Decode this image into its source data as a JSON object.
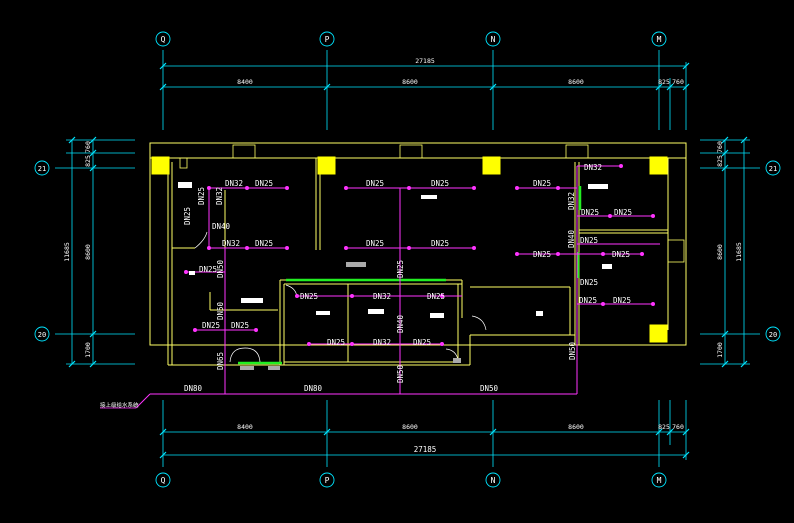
{
  "colors": {
    "background": "#000000",
    "dimension": "#00e5ff",
    "wall": "#ffff66",
    "column": "#ffff00",
    "pipe": "#ff33ff",
    "green": "#22ee22",
    "label": "#ffffff"
  },
  "grid_top": [
    "Q",
    "P",
    "N",
    "M"
  ],
  "grid_bottom": [
    "Q",
    "P",
    "N",
    "M"
  ],
  "grid_left": [
    "21",
    "20"
  ],
  "grid_right": [
    "21",
    "20"
  ],
  "dims": {
    "total_h": "27185",
    "spans_h": [
      "8400",
      "8600",
      "8600",
      "825",
      "760"
    ],
    "spans_v_outer": "11685",
    "spans_v_main": "8600",
    "spans_v_small": [
      "825",
      "760"
    ],
    "spans_v_bottom": "1700"
  },
  "pipe_labels": {
    "upper_row": [
      "DN32",
      "DN25",
      "DN25",
      "DN25",
      "DN25",
      "DN32",
      "DN25"
    ],
    "upper_left": [
      "DN25",
      "DN25",
      "DN32",
      "DN40"
    ],
    "mid_row": [
      "DN32",
      "DN25",
      "DN25",
      "DN25",
      "DN25",
      "DN40"
    ],
    "right_block": [
      "DN25",
      "DN25",
      "DN25",
      "DN25",
      "DN25",
      "DN25",
      "DN32"
    ],
    "left_mid": [
      "DN25",
      "DN50",
      "DN50"
    ],
    "center_upper": [
      "DN25",
      "DN32",
      "DN25"
    ],
    "center_lower": [
      "DN25",
      "DN32",
      "DN25"
    ],
    "center_vertical": [
      "DN25",
      "DN40",
      "DN50"
    ],
    "left_low": [
      "DN25",
      "DN25",
      "DN65"
    ],
    "right_vertical": "DN50",
    "main": [
      "DN80",
      "DN80",
      "DN50"
    ]
  },
  "supply_note": "接上级给水系统"
}
